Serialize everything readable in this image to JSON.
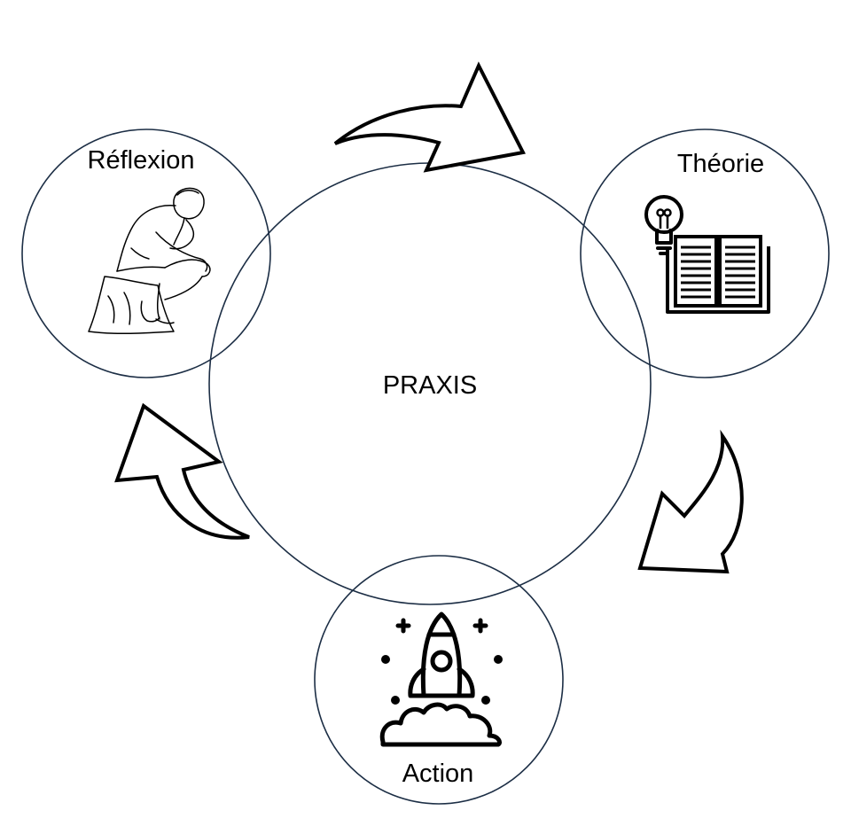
{
  "diagram": {
    "center": {
      "label": "PRAXIS"
    },
    "nodes": [
      {
        "id": "reflexion",
        "label": "Réflexion",
        "icon": "thinker-statue-icon"
      },
      {
        "id": "theorie",
        "label": "Théorie",
        "icon": "lightbulb-book-icon"
      },
      {
        "id": "action",
        "label": "Action",
        "icon": "rocket-launch-icon"
      }
    ],
    "cycle_direction": "clockwise",
    "colors": {
      "circle_stroke": "#1c2e45",
      "arrow_stroke": "#000000",
      "arrow_fill": "#ffffff",
      "text": "#000000"
    }
  }
}
